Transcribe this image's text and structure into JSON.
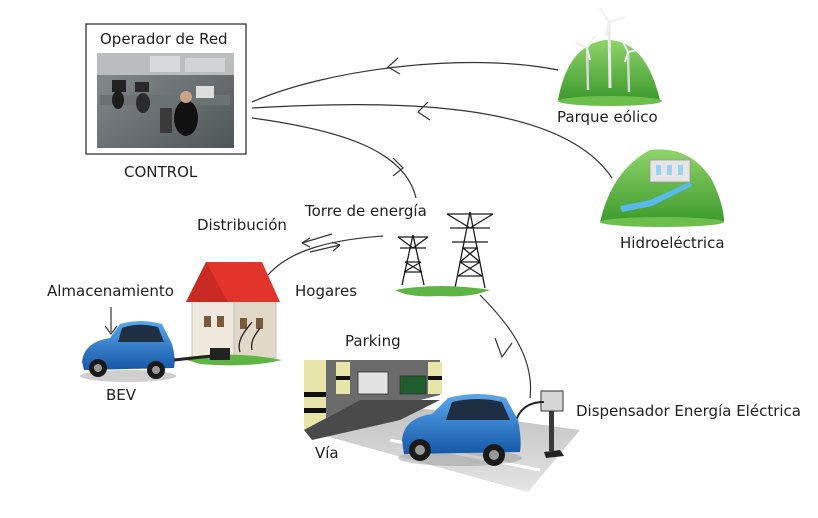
{
  "labels": {
    "operator": "Operador de Red",
    "control": "CONTROL",
    "wind_park": "Parque  eólico",
    "hydro": "Hidroeléctrica",
    "tower": "Torre de energía",
    "distribution": "Distribución",
    "homes": "Hogares",
    "storage": "Almacenamiento",
    "bev": "BEV",
    "parking": "Parking",
    "dispenser": "Dispensador Energía Eléctrica",
    "road": "Vía"
  },
  "colors": {
    "hill_green": "#5fb544",
    "hill_dark": "#3d8f2c",
    "roof_red": "#e3342b",
    "car_blue": "#1f6fc4",
    "line": "#333333"
  }
}
